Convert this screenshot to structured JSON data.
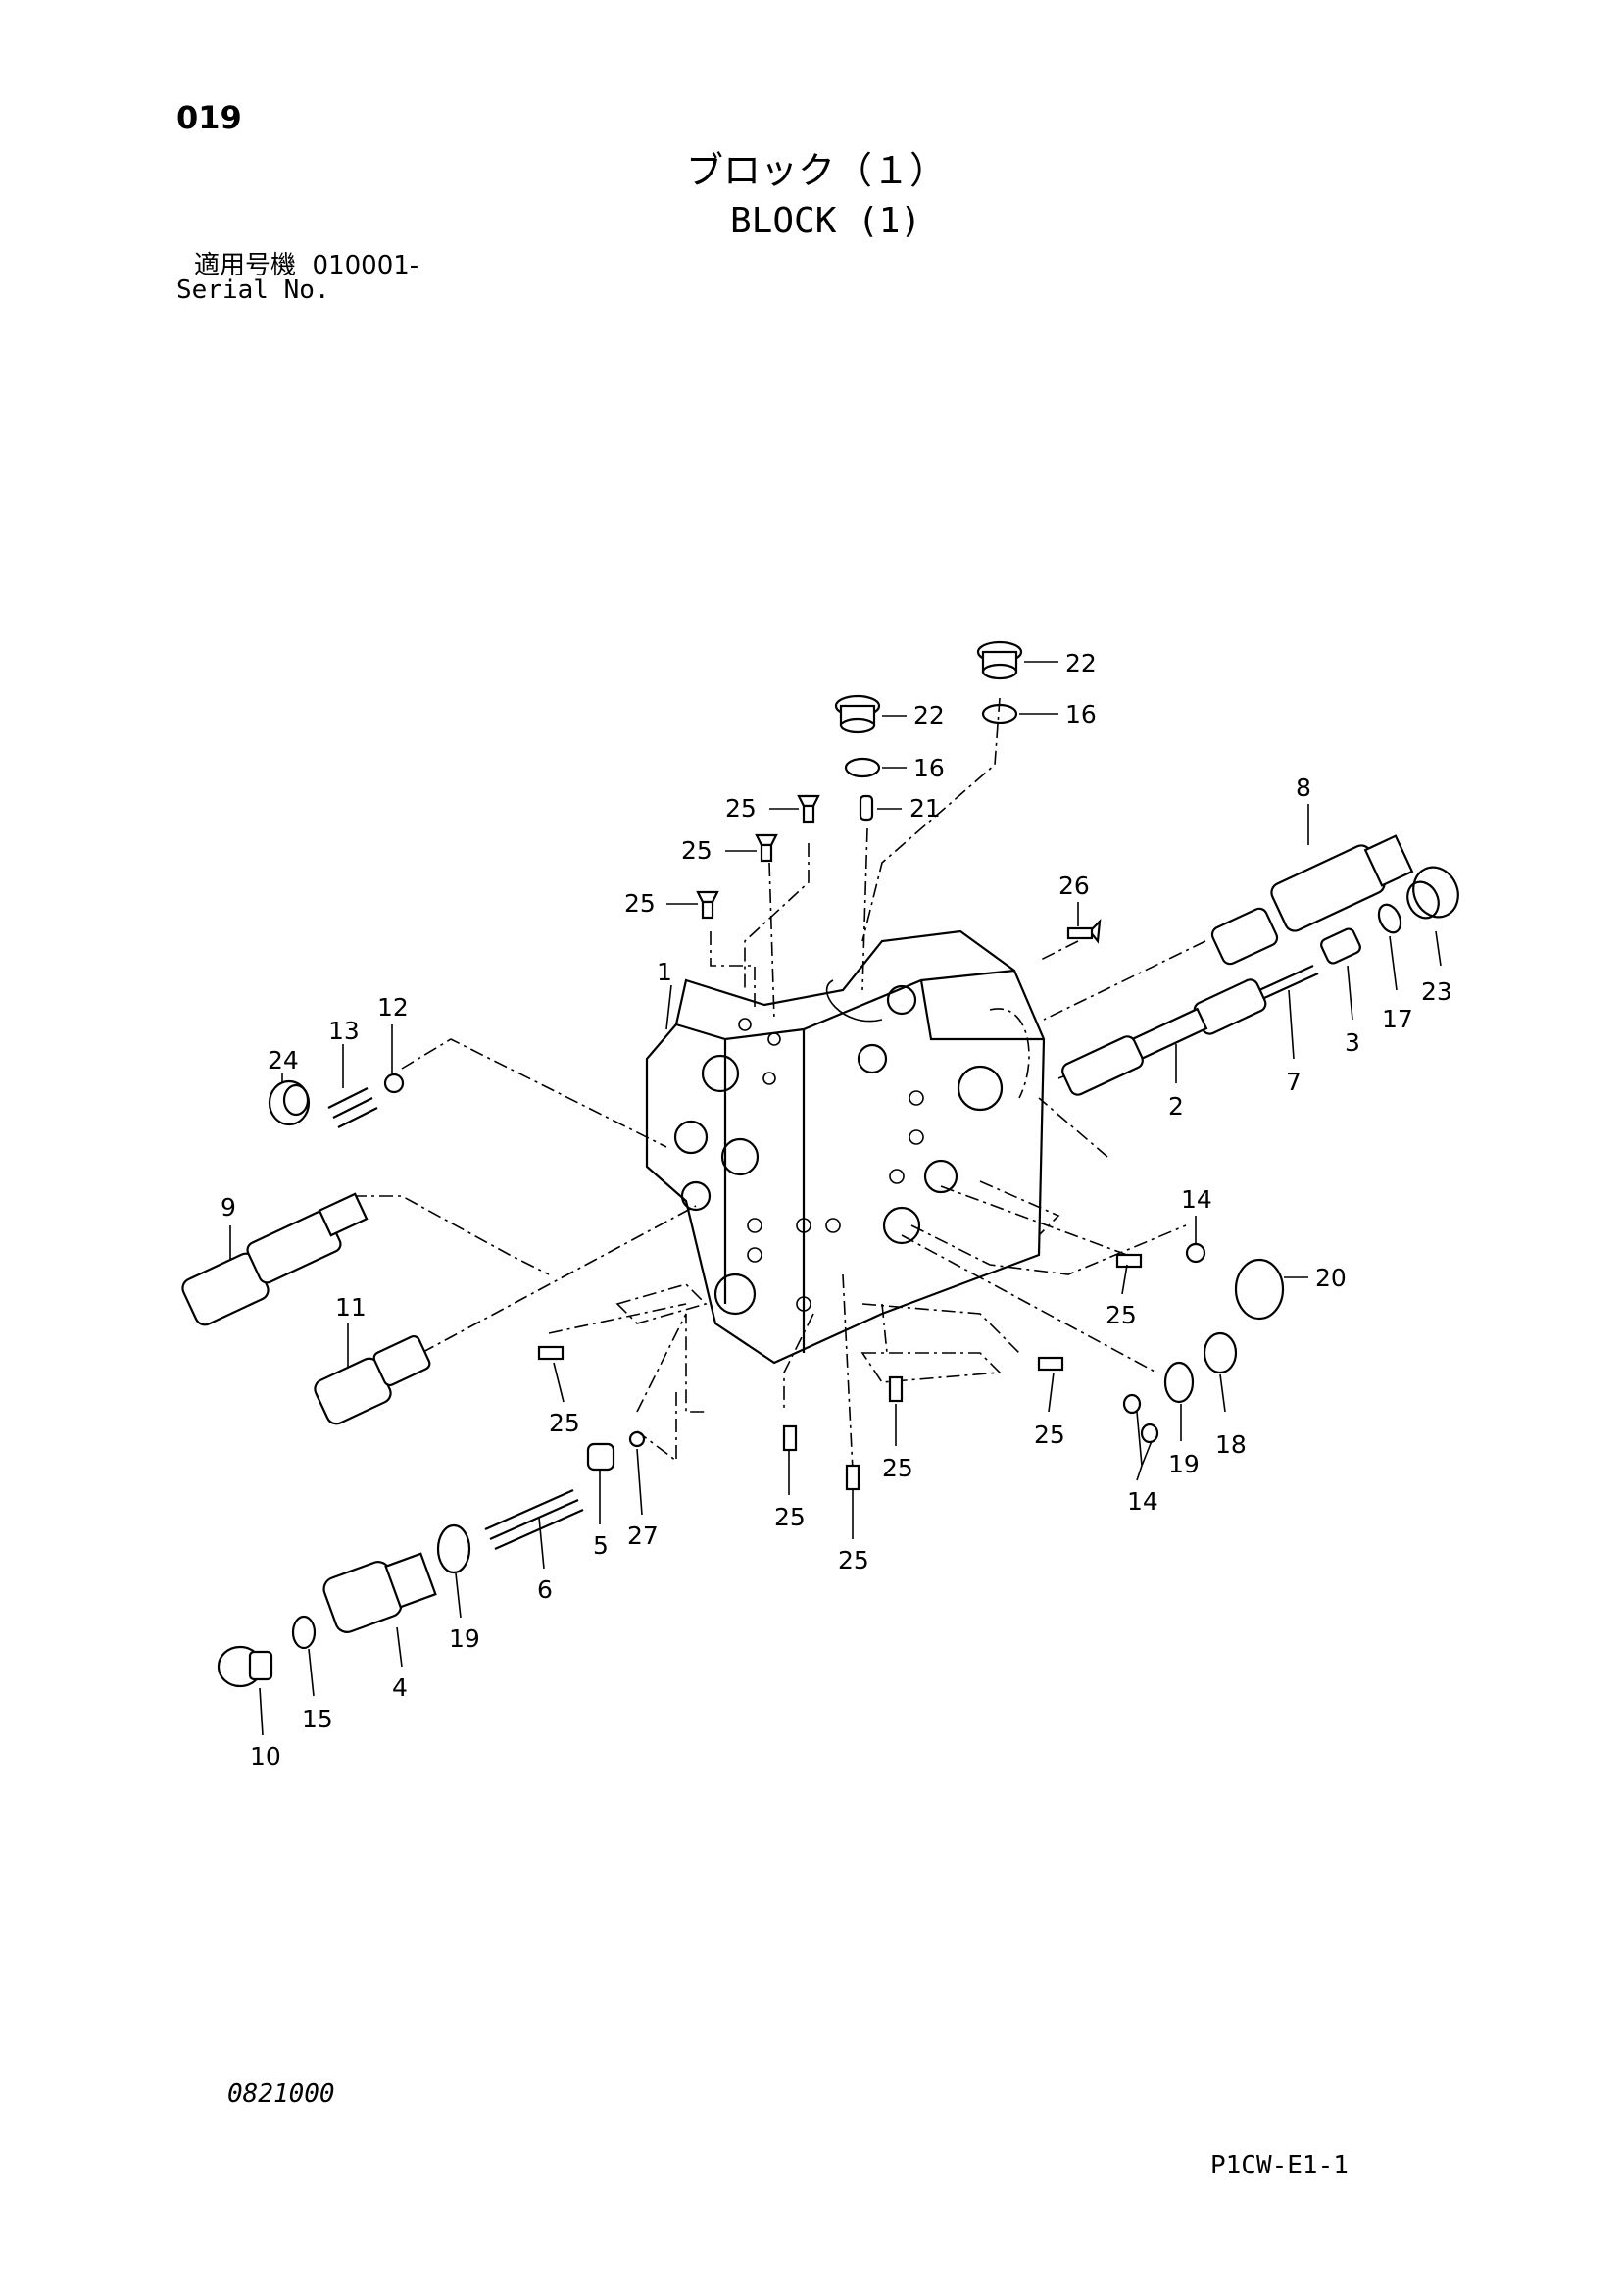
{
  "header": {
    "page_number": "019",
    "title_jp": "ブロック（１）",
    "title_en": "BLOCK (1)",
    "serial_jp": "適用号機  010001-",
    "serial_en": "Serial No."
  },
  "footer": {
    "drawing_code": "0821000",
    "page_code": "P1CW-E1-1"
  },
  "callouts": [
    "22",
    "22",
    "16",
    "16",
    "25",
    "21",
    "25",
    "25",
    "8",
    "26",
    "1",
    "12",
    "13",
    "24",
    "23",
    "17",
    "3",
    "7",
    "2",
    "9",
    "14",
    "20",
    "11",
    "25",
    "25",
    "25",
    "25",
    "25",
    "19",
    "18",
    "25",
    "14",
    "27",
    "5",
    "6",
    "19",
    "4",
    "15",
    "10"
  ]
}
